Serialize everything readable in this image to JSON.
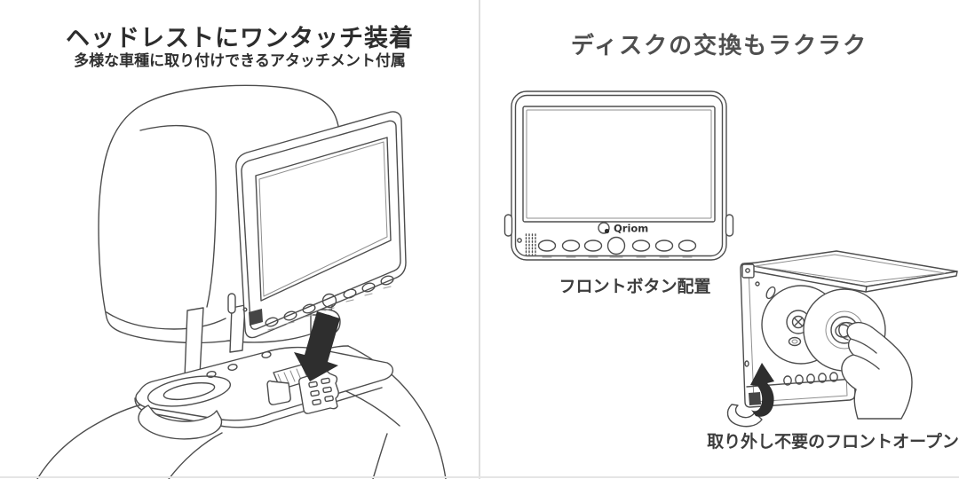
{
  "left_panel": {
    "title": "ヘッドレストにワンタッチ装着",
    "subtitle": "多様な車種に取り付けできるアタッチメント付属"
  },
  "right_panel": {
    "title": "ディスクの交換もラクラク",
    "brand": "Qriom",
    "front_caption": "フロントボタン配置",
    "open_caption": "取り外し不要のフロントオープン"
  },
  "colors": {
    "background": "#ffffff",
    "divider": "#dedede",
    "left_title_text": "#2d2d2d",
    "right_title_text": "#4f4f4f",
    "caption_text": "#3d3d3d",
    "line_art_stroke": "#4d4d4d",
    "arrow_fill": "#2e2e2e"
  }
}
